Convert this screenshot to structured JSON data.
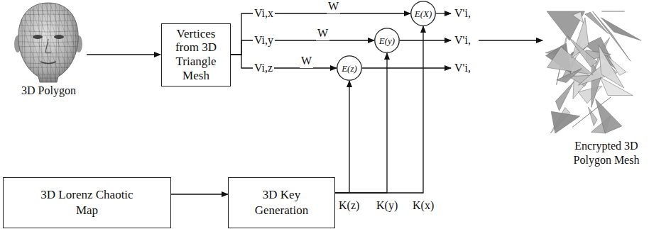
{
  "diagram": {
    "nodes": [
      {
        "text": [
          "Vertices from 3D Triangle Mesh"
        ]
      },
      {
        "text": [
          "E(X)"
        ]
      },
      {
        "text": [
          "E(y)"
        ]
      },
      {
        "text": [
          "E(z)"
        ]
      },
      {
        "text": [
          "3D Lorenz Chaotic Map"
        ]
      },
      {
        "text": [
          "3D Key Generation"
        ]
      }
    ],
    "edges": [
      {
        "from": 0,
        "to": 1,
        "label": "W",
        "arrow": "to"
      },
      {
        "from": 0,
        "to": 2,
        "label": "W",
        "arrow": "to"
      },
      {
        "from": 0,
        "to": 3,
        "label": "W",
        "arrow": "to"
      },
      {
        "from": 4,
        "to": 5,
        "arrow": "to"
      },
      {
        "from": 5,
        "to": 3,
        "label": "K(z)",
        "arrow": "to"
      },
      {
        "from": 5,
        "to": 2,
        "label": "K(y)",
        "arrow": "to"
      },
      {
        "from": 5,
        "to": 1,
        "label": "K(x)",
        "arrow": "to"
      }
    ],
    "labels": [
      "3D Polygon",
      "Vi,x",
      "Vi,y",
      "Vi,z",
      "V'i,",
      "V'i,",
      "V'i,",
      "Encrypted 3D Polygon Mesh"
    ]
  }
}
